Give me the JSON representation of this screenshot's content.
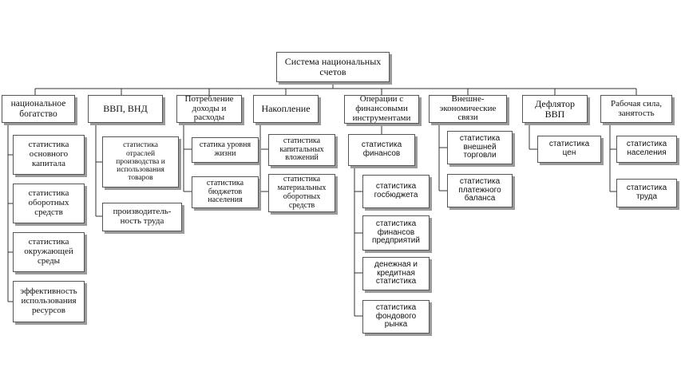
{
  "root": "Система национальных\nсчетов",
  "categories": {
    "wealth": "национальное\nбогатство",
    "gdp": "ВВП, ВНД",
    "consumption": "Потребление\nдоходы и\nрасходы",
    "accumulation": "Накопление",
    "finance": "Операции с\nфинансовыми\nинструментами",
    "external": "Внешне-\nэкономические\nсвязи",
    "deflator": "Дефлятор\nВВП",
    "labor": "Рабочая сила,\nзанятость"
  },
  "items": {
    "wealth_1": "статистика\nосновного\nкапитала",
    "wealth_2": "статистика\nоборотных\nсредств",
    "wealth_3": "статистика\nокружающей\nсреды",
    "wealth_4": "эффективность\nиспользования\nресурсов",
    "gdp_1": "статистика\nотраслей\nпроизводства и\nиспользования\nтоваров",
    "gdp_2": "производитель-\nность труда",
    "cons_1": "статика уровня\nжизни",
    "cons_2": "статистика\nбюджетов\nнаселения",
    "acc_1": "статистика\nкапитальных\nвложений",
    "acc_2": "статистика\nматериальных\nоборотных\nсредств",
    "fin_1": "статистика\nфинансов",
    "fin_2": "статистика\nгосбюджета",
    "fin_3": "статистика\nфинансов\nпредприятий",
    "fin_4": "денежная и\nкредитная\nстатистика",
    "fin_5": "статистика\nфондового\nрынка",
    "ext_1": "статистика\nвнешней\nторговли",
    "ext_2": "статистика\nплатежного\nбаланса",
    "defl_1": "статистика\nцен",
    "lab_1": "статистика\nнаселения",
    "lab_2": "статистика\nтруда"
  }
}
